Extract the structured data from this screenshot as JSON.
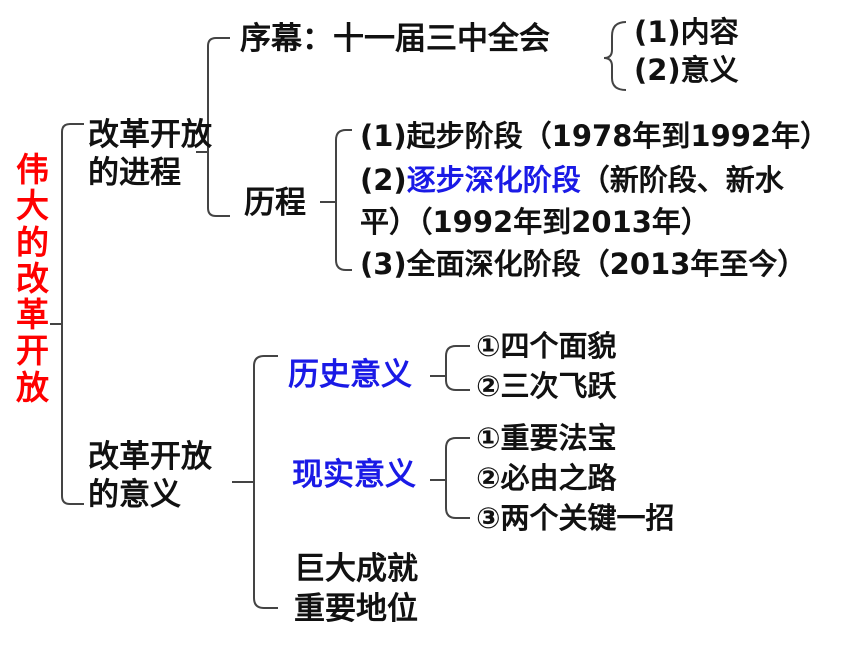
{
  "root": {
    "title": "伟大的改革开放"
  },
  "process": {
    "label_line1": "改革开放",
    "label_line2": "的进程",
    "prelude": {
      "label": "序幕：十一届三中全会",
      "items": [
        "(1)内容",
        "(2)意义"
      ]
    },
    "history": {
      "label": "历程",
      "stage1": "(1)起步阶段（1978年到1992年）",
      "stage2_prefix": "(2)",
      "stage2_highlight": "逐步深化阶段",
      "stage2_rest": "（新阶段、新水",
      "stage2_line2": "平）（1992年到2013年）",
      "stage3": "(3)全面深化阶段（2013年至今）"
    }
  },
  "significance": {
    "label_line1": "改革开放",
    "label_line2": "的意义",
    "historical": {
      "label": "历史意义",
      "items": [
        "①四个面貌",
        "②三次飞跃"
      ]
    },
    "practical": {
      "label": "现实意义",
      "items": [
        "①重要法宝",
        "②必由之路",
        "③两个关键一招"
      ]
    },
    "achievements": {
      "line1": "巨大成就",
      "line2": "重要地位"
    }
  },
  "colors": {
    "root": "#ff0000",
    "highlight": "#1a1ae6",
    "text": "#111111",
    "bracket": "#444444"
  }
}
